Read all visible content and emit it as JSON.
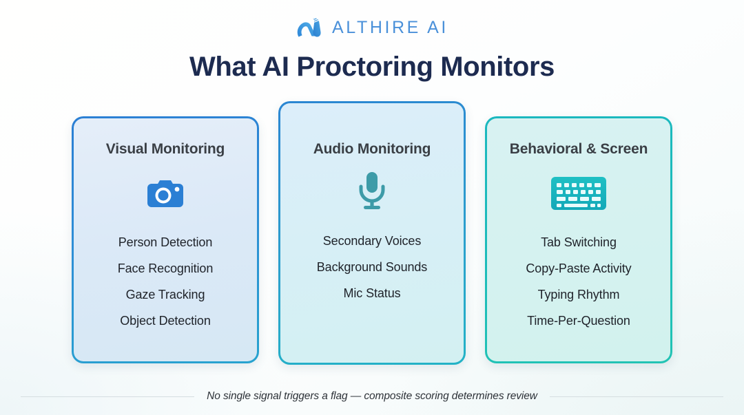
{
  "brand": {
    "wordmark": "ALTHIRE AI",
    "logo_icon": "althire-logo-mark",
    "wordmark_color": "#4a90d9"
  },
  "header": {
    "title": "What AI Proctoring Monitors",
    "title_color": "#1d2b50"
  },
  "cards": [
    {
      "title": "Visual Monitoring",
      "icon": "camera-icon",
      "icon_color": "#2b7fd4",
      "border_color": "#2b7fd4",
      "items": [
        "Person Detection",
        "Face Recognition",
        "Gaze Tracking",
        "Object Detection"
      ]
    },
    {
      "title": "Audio Monitoring",
      "icon": "microphone-icon",
      "icon_color": "#3d9ba8",
      "border_color": "#2b86d2",
      "items": [
        "Secondary Voices",
        "Background Sounds",
        "Mic Status"
      ]
    },
    {
      "title": "Behavioral & Screen",
      "icon": "keyboard-icon",
      "icon_color": "#17b4bd",
      "border_color": "#1bb8bf",
      "items": [
        "Tab Switching",
        "Copy-Paste Activity",
        "Typing Rhythm",
        "Time-Per-Question"
      ]
    }
  ],
  "footer": {
    "text": "No single signal triggers a flag — composite scoring determines review"
  }
}
